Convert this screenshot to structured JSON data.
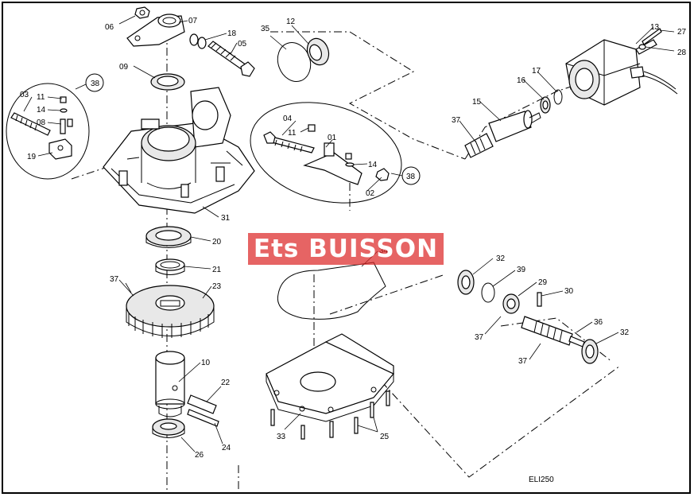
{
  "watermark": "Ets BUISSON",
  "drawing_ref": "ELI250",
  "callouts": {
    "p01": "01",
    "p02": "02",
    "p03": "03",
    "p04": "04",
    "p05": "05",
    "p06": "06",
    "p07": "07",
    "p08": "08",
    "p09": "09",
    "p10": "10",
    "p11a": "11",
    "p11b": "11",
    "p12": "12",
    "p13": "13",
    "p14a": "14",
    "p14b": "14",
    "p15": "15",
    "p16": "16",
    "p17": "17",
    "p18": "18",
    "p19": "19",
    "p20": "20",
    "p21": "21",
    "p22": "22",
    "p23": "23",
    "p24": "24",
    "p25": "25",
    "p26": "26",
    "p27": "27",
    "p28": "28",
    "p29": "29",
    "p30": "30",
    "p31": "31",
    "p32a": "32",
    "p32b": "32",
    "p33": "33",
    "p34": "34",
    "p35": "35",
    "p36": "36",
    "p37a": "37",
    "p37b": "37",
    "p37c": "37",
    "p37d": "37",
    "p38a": "38",
    "p38b": "38",
    "p39": "39"
  }
}
